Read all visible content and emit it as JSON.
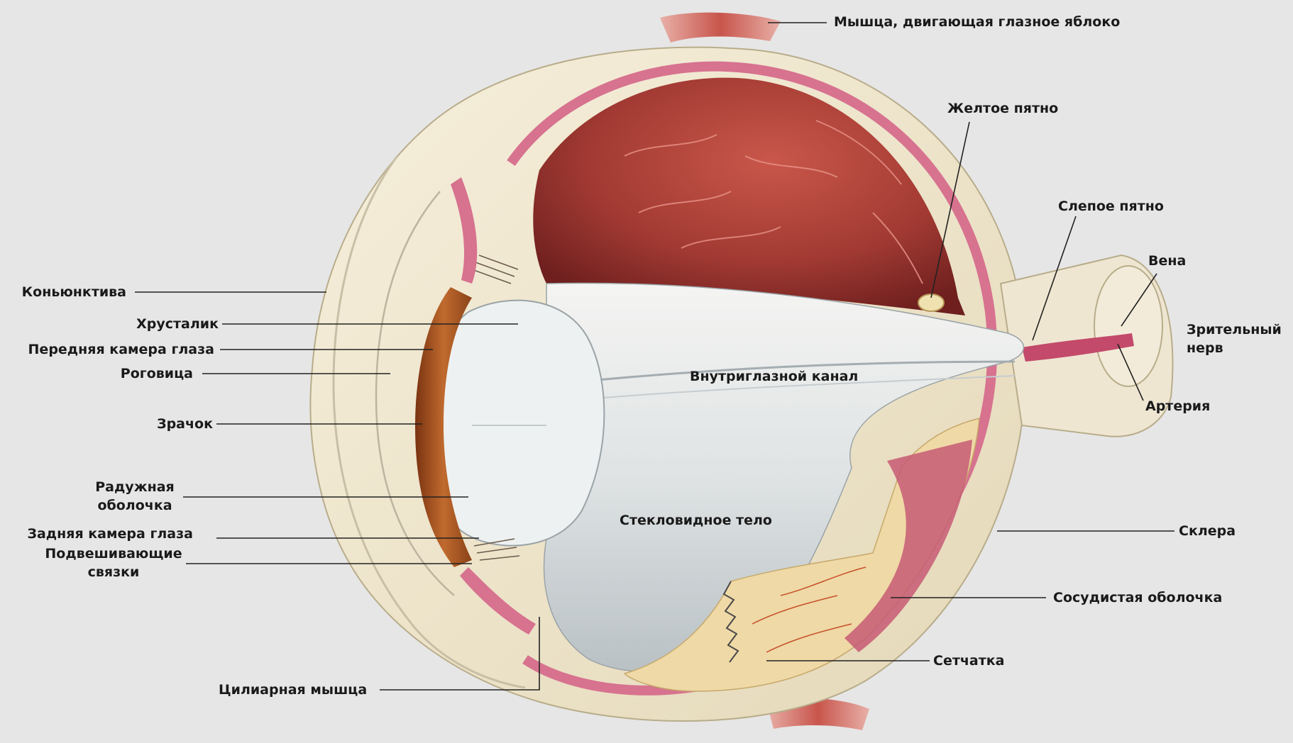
{
  "labels": {
    "muscle": "Мышца, двигающая глазное яблоко",
    "macula": "Желтое пятно",
    "blind_spot": "Слепое пятно",
    "vein": "Вена",
    "optic_nerve": "Зрительный нерв",
    "artery": "Артерия",
    "canal": "Внутриглазной канал",
    "conjunctiva": "Коньюнктива",
    "lens": "Хрусталик",
    "anterior_chamber": "Передняя камера глаза",
    "cornea": "Роговица",
    "pupil": "Зрачок",
    "iris": "Радужная оболочка",
    "posterior_chamber": "Задняя камера глаза",
    "zonules": "Подвешивающие связки",
    "vitreous": "Стекловидное тело",
    "sclera": "Склера",
    "choroid": "Сосудистая оболочка",
    "retina": "Сетчатка",
    "ciliary": "Цилиарная мышца"
  },
  "colors": {
    "background": "#e6e6e6",
    "sclera": "#efe6cf",
    "retina_red": "#a8362f",
    "vitreous": "#d9dde0",
    "iris": "#b0602a",
    "choroid_pink": "#d7728f"
  }
}
